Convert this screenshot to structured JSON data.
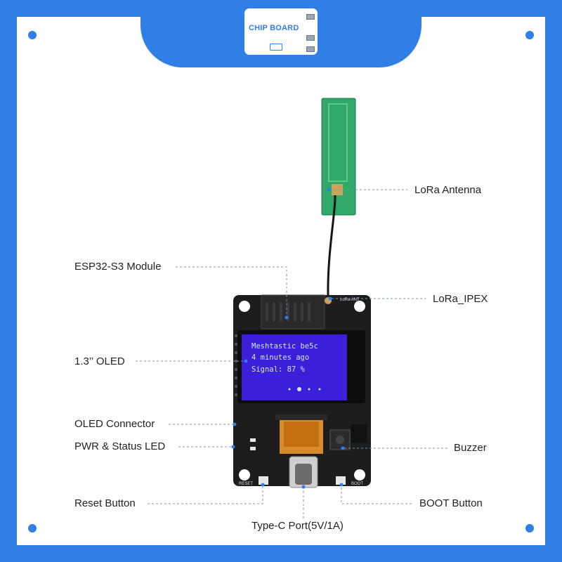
{
  "brand": {
    "logo_text": "CHIP BOARD"
  },
  "colors": {
    "accent": "#2f7fe6",
    "board": "#1d1d1d",
    "antenna": "#2fa86a",
    "oled": "#3b1fd9"
  },
  "oled_screen": {
    "lines": [
      "Meshtastic be5c",
      "4 minutes ago",
      "Signal: 87 %"
    ]
  },
  "silkscreen": {
    "lora_ant": "LoRa ANT",
    "reset": "RESET",
    "boot": "BOOT"
  },
  "callouts": {
    "lora_antenna": "LoRa Antenna",
    "esp32_module": "ESP32-S3 Module",
    "lora_ipex": "LoRa_IPEX",
    "oled": "1.3’’ OLED",
    "oled_connector": "OLED Connector",
    "pwr_led": "PWR & Status LED",
    "buzzer": "Buzzer",
    "reset_button": "Reset Button",
    "boot_button": "BOOT Button",
    "typec_port": "Type-C Port(5V/1A)"
  }
}
